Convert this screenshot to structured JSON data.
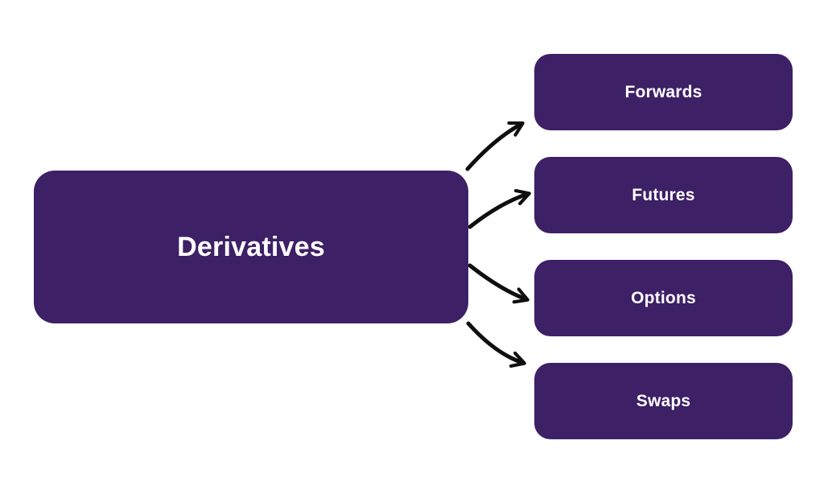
{
  "diagram": {
    "root": {
      "label": "Derivatives"
    },
    "children": [
      {
        "label": "Forwards"
      },
      {
        "label": "Futures"
      },
      {
        "label": "Options"
      },
      {
        "label": "Swaps"
      }
    ],
    "colors": {
      "node_fill": "#3E2066",
      "node_text": "#FFFFFF",
      "arrow": "#0F0F0F",
      "background": "#FFFFFF"
    }
  }
}
